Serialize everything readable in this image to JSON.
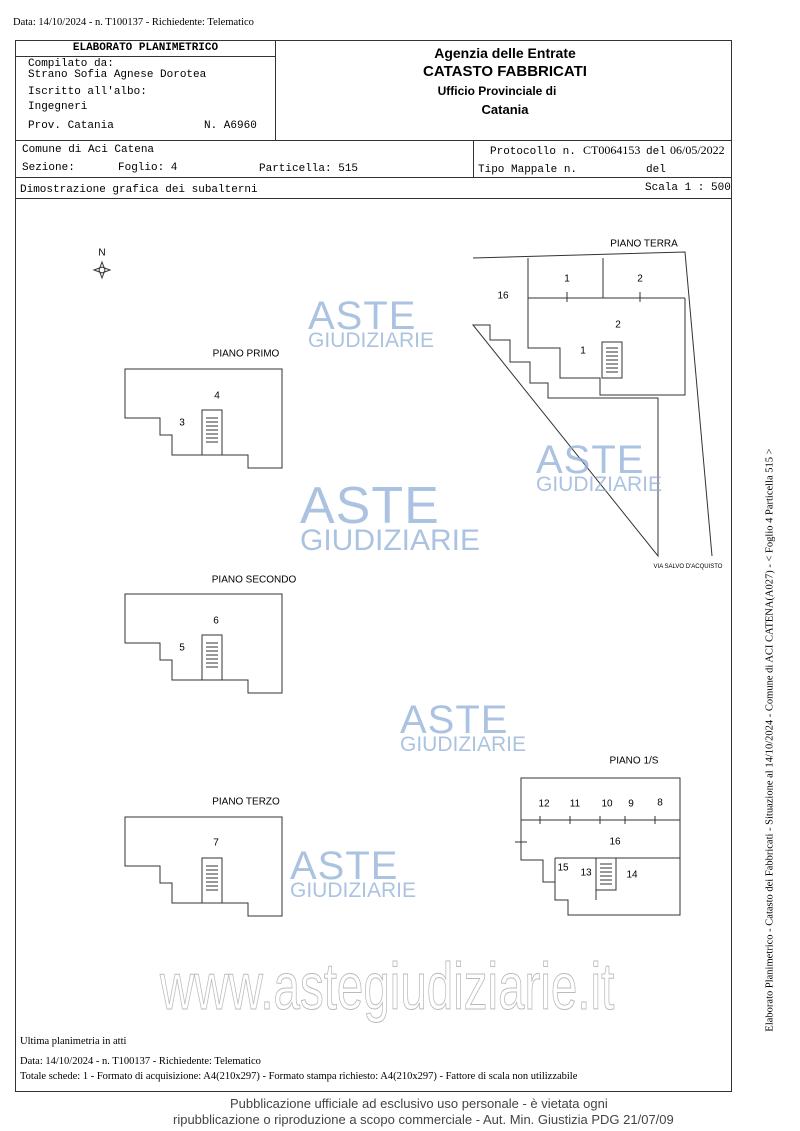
{
  "top_meta": "Data: 14/10/2024 - n. T100137 - Richiedente: Telematico",
  "header": {
    "title": "ELABORATO PLANIMETRICO",
    "compilato_label": "Compilato da:",
    "compilato_name": "Strano Sofia Agnese Dorotea",
    "iscritto_label": "Iscritto all'albo:",
    "iscritto_value": "Ingegneri",
    "prov": "Prov. Catania",
    "numero": "N. A6960",
    "agency": "Agenzia delle Entrate",
    "catasto": "CATASTO FABBRICATI",
    "ufficio": "Ufficio Provinciale di",
    "city": "Catania"
  },
  "info": {
    "comune": "Comune di Aci Catena",
    "sezione": "Sezione:",
    "foglio": "Foglio: 4",
    "particella": "Particella: 515",
    "protocollo_label": "Protocollo n.",
    "protocollo_value": "CT0064153",
    "del1_label": "del",
    "del1_value": "06/05/2022",
    "tipo_mappale": "Tipo Mappale n.",
    "del2_label": "del",
    "dimostrazione": "Dimostrazione grafica dei subalterni",
    "scala": "Scala 1 : 500"
  },
  "drawing": {
    "north": "N",
    "piano_terra": {
      "title": "PIANO TERRA",
      "labels": [
        "1",
        "2",
        "16",
        "2",
        "1"
      ]
    },
    "via": "VIA SALVO D'ACQUISTO",
    "piano_primo": {
      "title": "PIANO PRIMO",
      "labels": [
        "4",
        "3"
      ]
    },
    "piano_secondo": {
      "title": "PIANO SECONDO",
      "labels": [
        "6",
        "5"
      ]
    },
    "piano_terzo": {
      "title": "PIANO TERZO",
      "labels": [
        "7"
      ]
    },
    "piano_1s": {
      "title": "PIANO 1/S",
      "labels": [
        "12",
        "11",
        "10",
        "9",
        "8",
        "16",
        "15",
        "13",
        "14"
      ]
    }
  },
  "side_text": "Elaborato Planimetrico - Catasto dei Fabbricati - Situazione al 14/10/2024 - Comune di ACI CATENA(A027) - < Foglio 4 Particella 515 >",
  "footer": {
    "ultima": "Ultima planimetria in atti",
    "data": "Data: 14/10/2024 - n. T100137 - Richiedente: Telematico",
    "totale": "Totale schede: 1 - Formato di acquisizione: A4(210x297)  - Formato stampa richiesto: A4(210x297) - Fattore di scala non utilizzabile",
    "notice1": "Pubblicazione ufficiale ad esclusivo uso personale - è vietata ogni",
    "notice2": "ripubblicazione o riproduzione a scopo commerciale - Aut. Min. Giustizia PDG 21/07/09",
    "website": "www.astegiudiziarie.it"
  },
  "watermark": {
    "line1": "ASTE",
    "line2": "GIUDIZIARIE"
  }
}
